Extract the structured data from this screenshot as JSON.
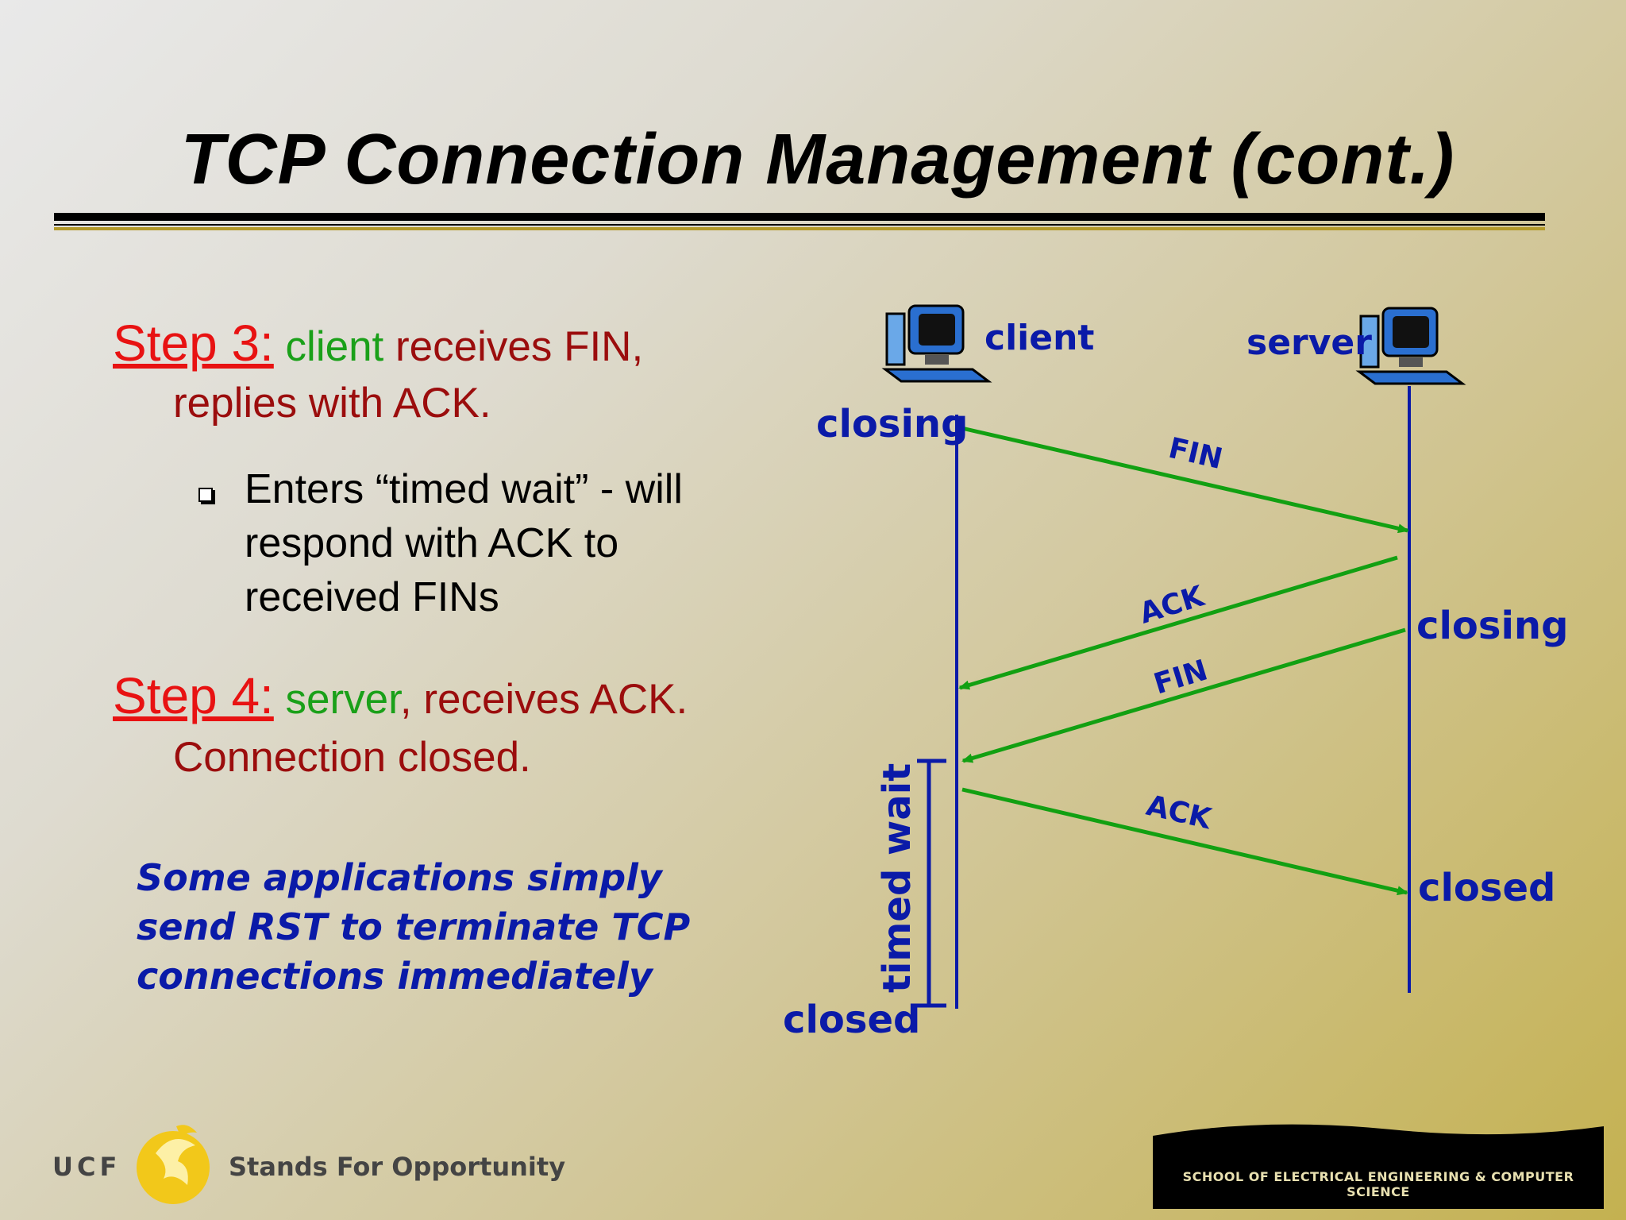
{
  "title": "TCP Connection Management (cont.)",
  "step3": {
    "label": "Step 3:",
    "who": "client",
    "line1_rest": " receives FIN,",
    "line2": "replies with ACK."
  },
  "bullet": {
    "line1": "Enters “timed wait” - will",
    "line2": "respond with ACK to",
    "line3": "received FINs"
  },
  "step4": {
    "label": "Step 4:",
    "who": "server",
    "line1_rest": ", receives ACK.",
    "line2": "Connection closed."
  },
  "note": {
    "line1": "Some applications simply",
    "line2": "send RST to terminate TCP",
    "line3": "connections immediately"
  },
  "diagram": {
    "client_label": "client",
    "server_label": "server",
    "client_closing": "closing",
    "server_closing": "closing",
    "client_closed": "closed",
    "server_closed": "closed",
    "timed_wait": "timed wait",
    "msg_fin1": "FIN",
    "msg_ack1": "ACK",
    "msg_fin2": "FIN",
    "msg_ack2": "ACK",
    "colors": {
      "timeline": "#0a1aa8",
      "arrow": "#12a012",
      "text": "#0a1aa8"
    }
  },
  "footer": {
    "ucf": "UCF",
    "tagline": "Stands For Opportunity",
    "dept": "SCHOOL OF ELECTRICAL ENGINEERING & COMPUTER SCIENCE"
  }
}
